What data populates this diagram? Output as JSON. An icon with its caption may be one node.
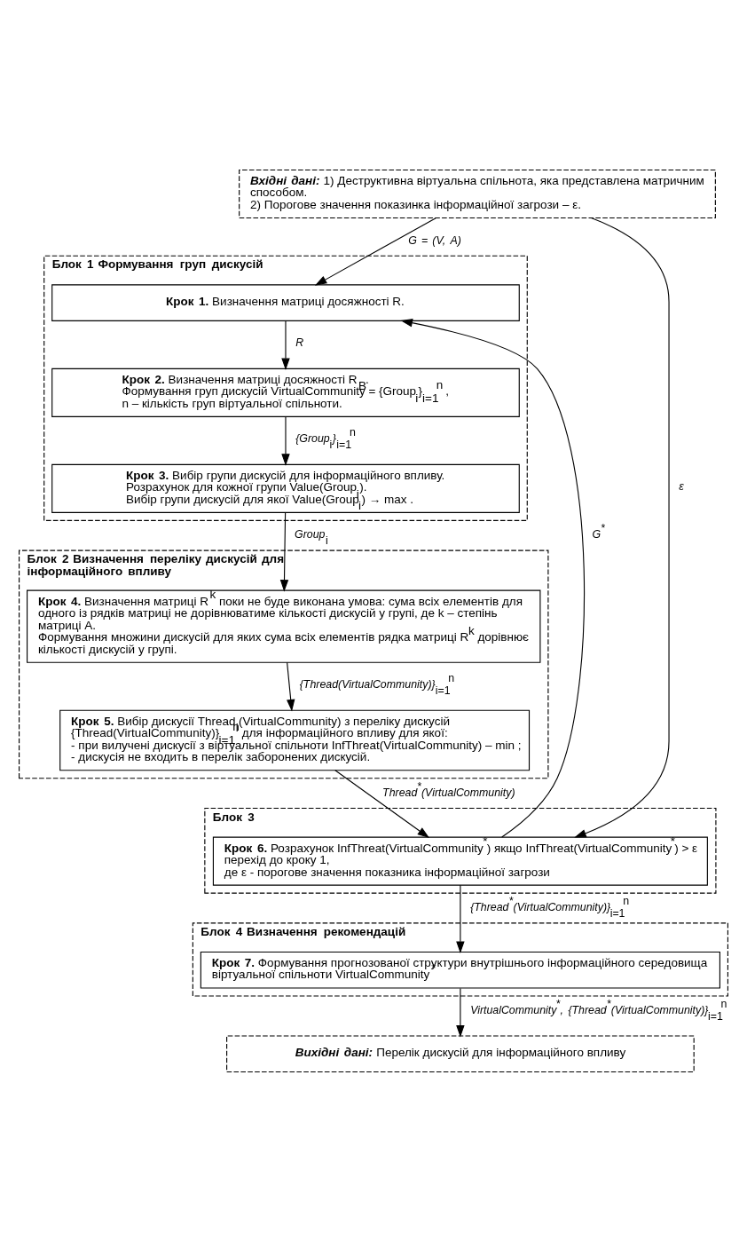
{
  "diagram": {
    "nodes": [
      {
        "text": [
          "Вхідні дані:",
          "1) Деструктивна віртуальна спільнота, яка представлена матричним способом.",
          "2) Порогове значення показинка інформаційної загрози – ε."
        ]
      },
      {
        "text": [
          "Блок 1 Формування груп дискусій"
        ]
      },
      {
        "text": [
          "**Крок 1.** Визначення матриці досяжності R."
        ],
        "in": 1
      },
      {
        "text": [
          "**Крок 2.** Визначення матриці досяжності R$_{B}$.",
          "Формування груп дискусій VirtualCommunity = {Group$_{i}$}$_{i=1}$$^{n}$ ,",
          "n – кількість груп віртуальної спільноти."
        ],
        "in": 1
      },
      {
        "text": [
          "**Крок 3.** Вибір групи дискусій для інформаційного впливу.",
          "Розрахунок для кожної групи Value(Group$_{i}$).",
          "Вибір групи дискусій для якої Value(Group$_{i}$) → max ."
        ],
        "in": 1
      },
      {
        "text": [
          "Блок 2 Визначення переліку дискусій для інформаційного впливу"
        ]
      },
      {
        "text": [
          "**Крок 4.** Визначення матриці R$^{k}$ поки не буде виконана умова: сума всіх елементів для одного із рядків матриці не дорівнюватиме кількості дискусій у групі, де k – степінь матриці A.",
          "Формування множини дискусій для яких сума всіх елементів рядка матриці R$^{k}$ дорівнює кількості дискусій у групі."
        ],
        "in": 5
      },
      {
        "text": [
          "**Крок 5.** Вибір дискусії Thread$_{i}$(VirtualCommunity) з переліку дискусій {Thread(VirtualCommunity)}$_{i=1}$$^{n}$ для інформаційного впливу для якої:",
          "- при вилучені дискусії з віртуальної спільноти InfThreat(VirtualCommunity) – min ;",
          "- дискусія не входить в перелік заборонених дискусій."
        ],
        "in": 5
      },
      {
        "text": [
          "Блок 3"
        ]
      },
      {
        "text": [
          "**Крок 6.** Розрахунок InfThreat(VirtualCommunity$^{*}$) якщо InfThreat(VirtualCommunity$^{*}$) > ε перехід до кроку 1,",
          "де ε - порогове значення показника інформаційної загрози"
        ],
        "in": 8
      },
      {
        "text": [
          "Блок 4 Визначення рекомендацій"
        ]
      },
      {
        "text": [
          "**Крок 7.** Формування прогнозованої структури внутрішнього інформаційного середовища віртуальної спільноти VirtualCommunity$^{*}$"
        ],
        "in": 10
      },
      {
        "text": [
          "Вихідні дані:",
          "Перелік дискусій для інформаційного впливу"
        ]
      }
    ],
    "edges": [
      {
        "from": 0,
        "to": 2,
        "arrow": "to",
        "label": "G = (V, A)"
      },
      {
        "from": 2,
        "to": 3,
        "arrow": "to",
        "label": "R"
      },
      {
        "from": 3,
        "to": 4,
        "arrow": "to",
        "label": "{Group$_{i}$}$_{i=1}$$^{n}$"
      },
      {
        "from": 4,
        "to": 6,
        "arrow": "to",
        "label": "Group$_{i}$"
      },
      {
        "from": 6,
        "to": 7,
        "arrow": "to",
        "label": "{Thread(VirtualCommunity)}$_{i=1}$$^{n}$"
      },
      {
        "from": 7,
        "to": 9,
        "arrow": "to",
        "label": "Thread$^{*}$(VirtualCommunity)"
      },
      {
        "from": 0,
        "to": 9,
        "arrow": "to",
        "label": "ε"
      },
      {
        "from": 9,
        "to": 2,
        "arrow": "to",
        "label": "G$^{*}$"
      },
      {
        "from": 9,
        "to": 11,
        "arrow": "to",
        "label": "{Thread$^{*}$(VirtualCommunity)}$_{i=1}$$^{n}$"
      },
      {
        "from": 11,
        "to": 12,
        "arrow": "to",
        "label": "VirtualCommunity$^{*}$, {Thread$^{*}$(VirtualCommunity)}$_{i=1}$$^{n}$"
      }
    ]
  }
}
